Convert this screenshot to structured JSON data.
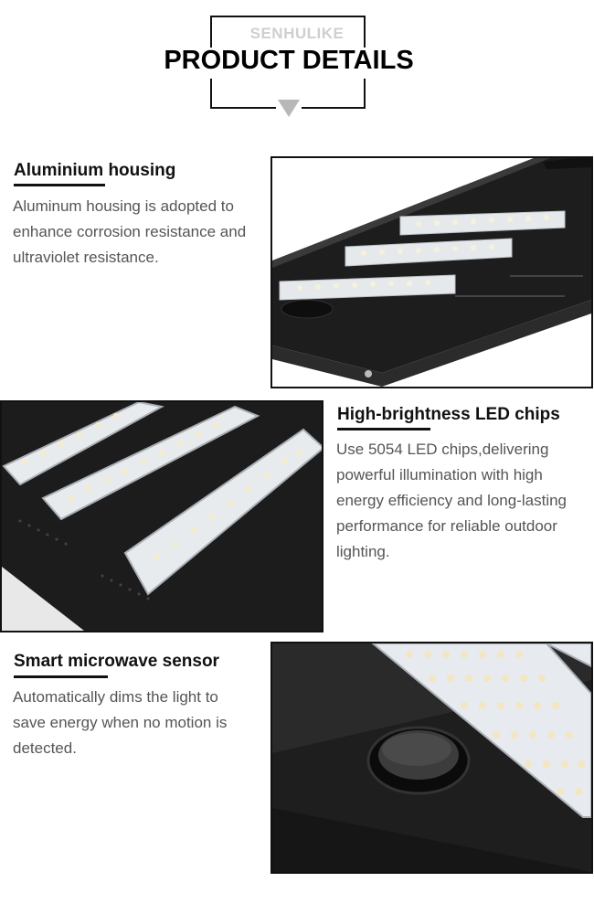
{
  "header": {
    "brand": "SENHULIKE",
    "title": "PRODUCT DETAILS"
  },
  "features": [
    {
      "title": "Aluminium housing",
      "description": "Aluminum housing is adopted to enhance corrosion resistance and ultraviolet resistance."
    },
    {
      "title": "High-brightness LED chips",
      "description": "Use 5054 LED chips,delivering powerful illumination with high energy efficiency and long-lasting performance for reliable outdoor lighting."
    },
    {
      "title": "Smart microwave sensor",
      "description": "Automatically dims the light to save energy when no motion is detected."
    }
  ],
  "colors": {
    "heading": "#111111",
    "body_text": "#555555",
    "brand_text": "#cfcfcf",
    "housing": "#1f1f1f",
    "led_module": "#e9ecef"
  }
}
